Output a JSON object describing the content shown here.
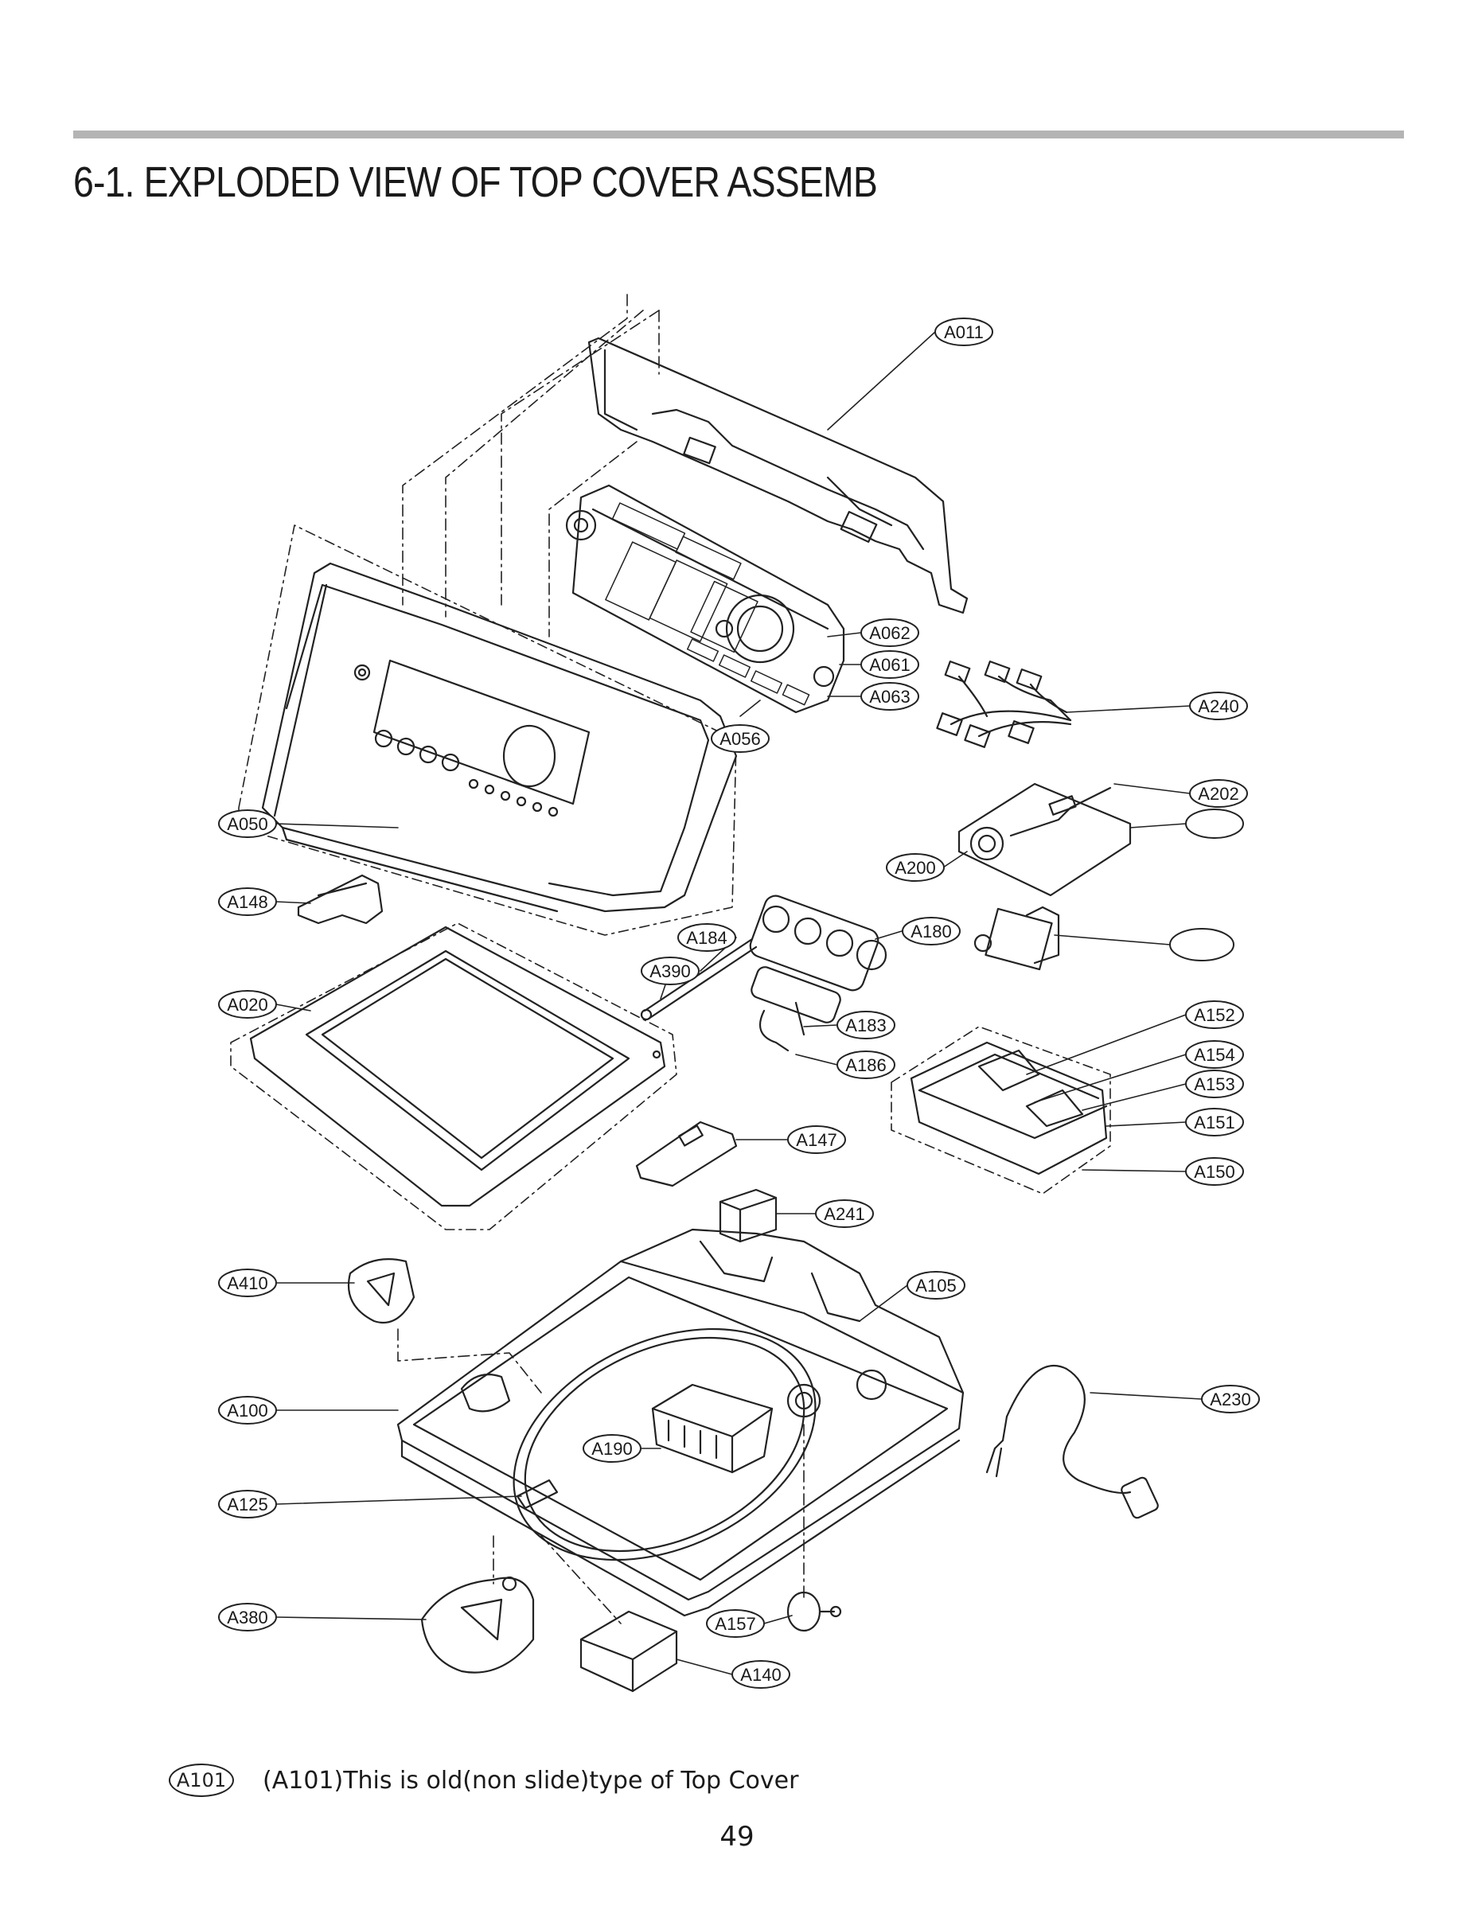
{
  "header": {
    "title": "6-1. EXPLODED VIEW OF TOP COVER ASSEMB"
  },
  "parts": [
    {
      "id": "A011",
      "label": "A011"
    },
    {
      "id": "A062",
      "label": "A062"
    },
    {
      "id": "A061",
      "label": "A061"
    },
    {
      "id": "A063",
      "label": "A063"
    },
    {
      "id": "A056",
      "label": "A056"
    },
    {
      "id": "A240",
      "label": "A240"
    },
    {
      "id": "A202",
      "label": "A202"
    },
    {
      "id": "A050",
      "label": "A050"
    },
    {
      "id": "A200",
      "label": "A200"
    },
    {
      "id": "A148",
      "label": "A148"
    },
    {
      "id": "A184",
      "label": "A184"
    },
    {
      "id": "A180",
      "label": "A180"
    },
    {
      "id": "A390",
      "label": "A390"
    },
    {
      "id": "A020",
      "label": "A020"
    },
    {
      "id": "A183",
      "label": "A183"
    },
    {
      "id": "A152",
      "label": "A152"
    },
    {
      "id": "A154",
      "label": "A154"
    },
    {
      "id": "A153",
      "label": "A153"
    },
    {
      "id": "A186",
      "label": "A186"
    },
    {
      "id": "A151",
      "label": "A151"
    },
    {
      "id": "A147",
      "label": "A147"
    },
    {
      "id": "A150",
      "label": "A150"
    },
    {
      "id": "A241",
      "label": "A241"
    },
    {
      "id": "A410",
      "label": "A410"
    },
    {
      "id": "A105",
      "label": "A105"
    },
    {
      "id": "A230",
      "label": "A230"
    },
    {
      "id": "A100",
      "label": "A100"
    },
    {
      "id": "A190",
      "label": "A190"
    },
    {
      "id": "A125",
      "label": "A125"
    },
    {
      "id": "A380",
      "label": "A380"
    },
    {
      "id": "A157",
      "label": "A157"
    },
    {
      "id": "A140",
      "label": "A140"
    },
    {
      "id": "blank1",
      "label": ""
    },
    {
      "id": "blank2",
      "label": ""
    }
  ],
  "footnote": {
    "badge": "A101",
    "text": "(A101)This is old(non slide)type of Top Cover"
  },
  "page_number": "49"
}
